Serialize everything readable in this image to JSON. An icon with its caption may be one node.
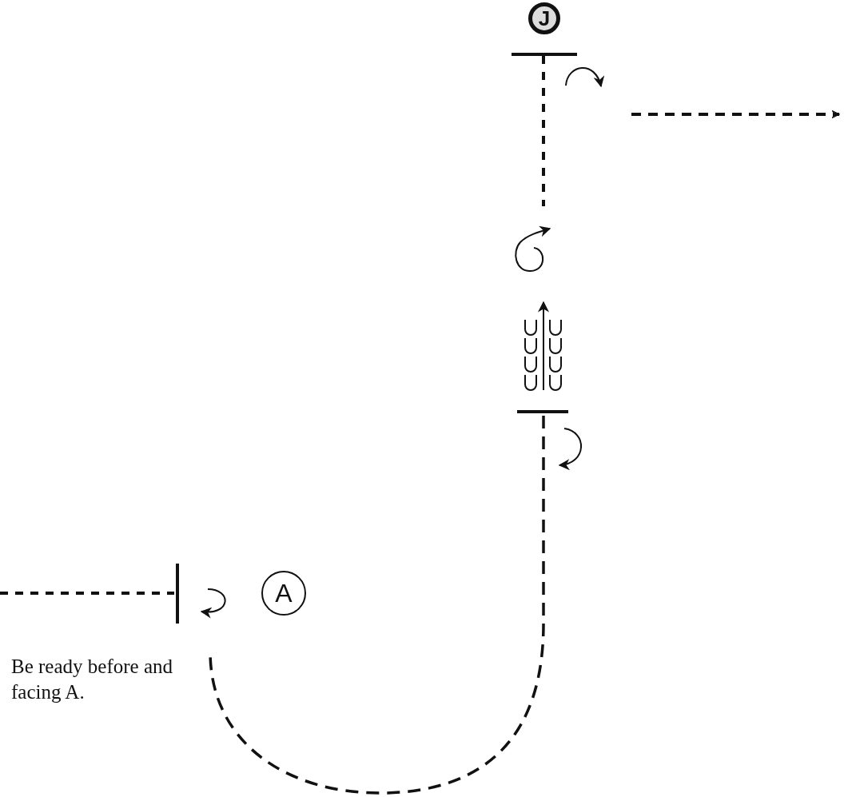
{
  "diagram": {
    "nodes": [
      {
        "text": [
          "J"
        ]
      },
      {
        "text": [
          "A"
        ]
      }
    ],
    "labels": [
      "Be ready before and facing A."
    ]
  }
}
